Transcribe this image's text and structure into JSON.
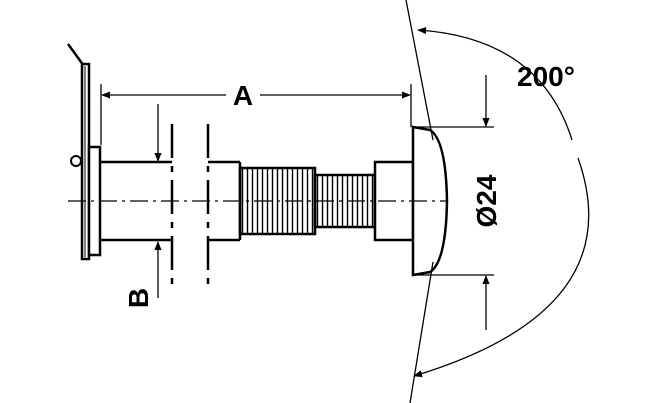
{
  "labels": {
    "length": "A",
    "thickness": "B",
    "diameter": "Ø24",
    "angle": "200°"
  },
  "colors": {
    "line": "#000000",
    "background": "#ffffff",
    "body": "#ffffff"
  }
}
